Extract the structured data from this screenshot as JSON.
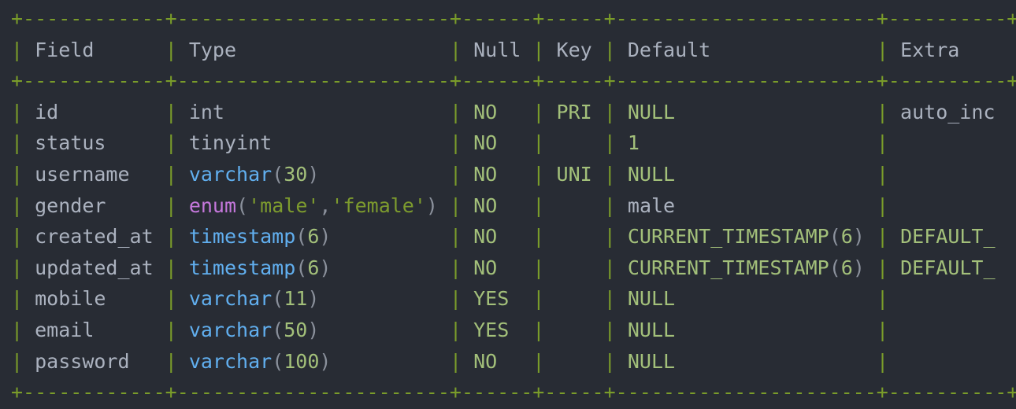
{
  "columns": [
    {
      "name": "Field",
      "width": 12
    },
    {
      "name": "Type",
      "width": 23
    },
    {
      "name": "Null",
      "width": 6
    },
    {
      "name": "Key",
      "width": 5
    },
    {
      "name": "Default",
      "width": 22
    },
    {
      "name": "Extra",
      "width": 10
    }
  ],
  "colors": {
    "border": "#7a9c2a",
    "text": "#abb2bf",
    "type_keyword": "#61afef",
    "enum_keyword": "#c678dd",
    "number": "#a3c07a",
    "string": "#7d9b2e",
    "background": "#282c34"
  },
  "rows": [
    [
      [
        [
          "id",
          "t"
        ]
      ],
      [
        [
          "int",
          "t"
        ]
      ],
      [
        [
          "NO",
          "g"
        ]
      ],
      [
        [
          "PRI",
          "g"
        ]
      ],
      [
        [
          "NULL",
          "g"
        ]
      ],
      [
        [
          "auto_inc",
          "t"
        ]
      ]
    ],
    [
      [
        [
          "status",
          "t"
        ]
      ],
      [
        [
          "tinyint",
          "t"
        ]
      ],
      [
        [
          "NO",
          "g"
        ]
      ],
      [],
      [
        [
          "1",
          "g"
        ]
      ],
      []
    ],
    [
      [
        [
          "username",
          "t"
        ]
      ],
      [
        [
          "varchar",
          "kw"
        ],
        [
          "(",
          "p"
        ],
        [
          "30",
          "n"
        ],
        [
          ")",
          "p"
        ]
      ],
      [
        [
          "NO",
          "g"
        ]
      ],
      [
        [
          "UNI",
          "g"
        ]
      ],
      [
        [
          "NULL",
          "g"
        ]
      ],
      []
    ],
    [
      [
        [
          "gender",
          "t"
        ]
      ],
      [
        [
          "enum",
          "en"
        ],
        [
          "(",
          "p"
        ],
        [
          "'male'",
          "s"
        ],
        [
          ",",
          "p"
        ],
        [
          "'female'",
          "s"
        ],
        [
          ")",
          "p"
        ]
      ],
      [
        [
          "NO",
          "g"
        ]
      ],
      [],
      [
        [
          "male",
          "t"
        ]
      ],
      []
    ],
    [
      [
        [
          "created_at",
          "t"
        ]
      ],
      [
        [
          "timestamp",
          "kw"
        ],
        [
          "(",
          "p"
        ],
        [
          "6",
          "n"
        ],
        [
          ")",
          "p"
        ]
      ],
      [
        [
          "NO",
          "g"
        ]
      ],
      [],
      [
        [
          "CURRENT_TIMESTAMP",
          "g"
        ],
        [
          "(",
          "p"
        ],
        [
          "6",
          "n"
        ],
        [
          ")",
          "p"
        ]
      ],
      [
        [
          "DEFAULT_",
          "g"
        ]
      ]
    ],
    [
      [
        [
          "updated_at",
          "t"
        ]
      ],
      [
        [
          "timestamp",
          "kw"
        ],
        [
          "(",
          "p"
        ],
        [
          "6",
          "n"
        ],
        [
          ")",
          "p"
        ]
      ],
      [
        [
          "NO",
          "g"
        ]
      ],
      [],
      [
        [
          "CURRENT_TIMESTAMP",
          "g"
        ],
        [
          "(",
          "p"
        ],
        [
          "6",
          "n"
        ],
        [
          ")",
          "p"
        ]
      ],
      [
        [
          "DEFAULT_",
          "g"
        ]
      ]
    ],
    [
      [
        [
          "mobile",
          "t"
        ]
      ],
      [
        [
          "varchar",
          "kw"
        ],
        [
          "(",
          "p"
        ],
        [
          "11",
          "n"
        ],
        [
          ")",
          "p"
        ]
      ],
      [
        [
          "YES",
          "g"
        ]
      ],
      [],
      [
        [
          "NULL",
          "g"
        ]
      ],
      []
    ],
    [
      [
        [
          "email",
          "t"
        ]
      ],
      [
        [
          "varchar",
          "kw"
        ],
        [
          "(",
          "p"
        ],
        [
          "50",
          "n"
        ],
        [
          ")",
          "p"
        ]
      ],
      [
        [
          "YES",
          "g"
        ]
      ],
      [],
      [
        [
          "NULL",
          "g"
        ]
      ],
      []
    ],
    [
      [
        [
          "password",
          "t"
        ]
      ],
      [
        [
          "varchar",
          "kw"
        ],
        [
          "(",
          "p"
        ],
        [
          "100",
          "n"
        ],
        [
          ")",
          "p"
        ]
      ],
      [
        [
          "NO",
          "g"
        ]
      ],
      [],
      [
        [
          "NULL",
          "g"
        ]
      ],
      []
    ]
  ]
}
